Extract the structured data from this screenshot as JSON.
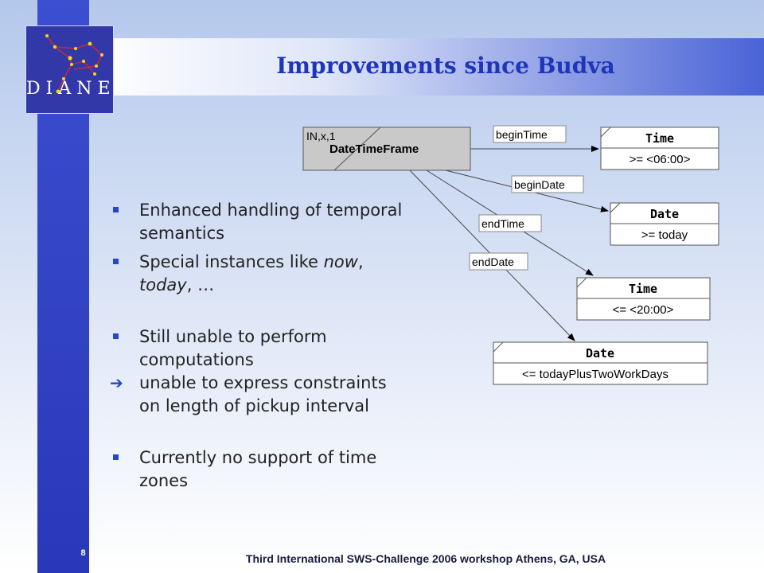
{
  "title": "Improvements since Budva",
  "logo": {
    "text": "DIANE"
  },
  "bullets": {
    "b1": "Enhanced handling of temporal semantics",
    "b2_pre": "Special instances like ",
    "b2_now": "now",
    "b2_mid": ", ",
    "b2_today": "today",
    "b2_post": ", …",
    "b3": "Still unable to perform computations",
    "b4": "unable to express constraints on length of pickup interval",
    "b5": "Currently no support of time zones"
  },
  "diagram": {
    "source": {
      "tag": "IN,x,1",
      "name": "DateTimeFrame"
    },
    "edges": [
      "beginTime",
      "beginDate",
      "endTime",
      "endDate"
    ],
    "targets": [
      {
        "type": "Time",
        "constraint": ">= <06:00>"
      },
      {
        "type": "Date",
        "constraint": ">= today"
      },
      {
        "type": "Time",
        "constraint": "<= <20:00>"
      },
      {
        "type": "Date",
        "constraint": "<= todayPlusTwoWorkDays"
      }
    ]
  },
  "footer": "Third International SWS-Challenge 2006 workshop Athens, GA, USA",
  "page_number": "8",
  "colors": {
    "accent": "#2746c8",
    "title": "#1f36b8",
    "sidebar": "#2f3fc2"
  }
}
